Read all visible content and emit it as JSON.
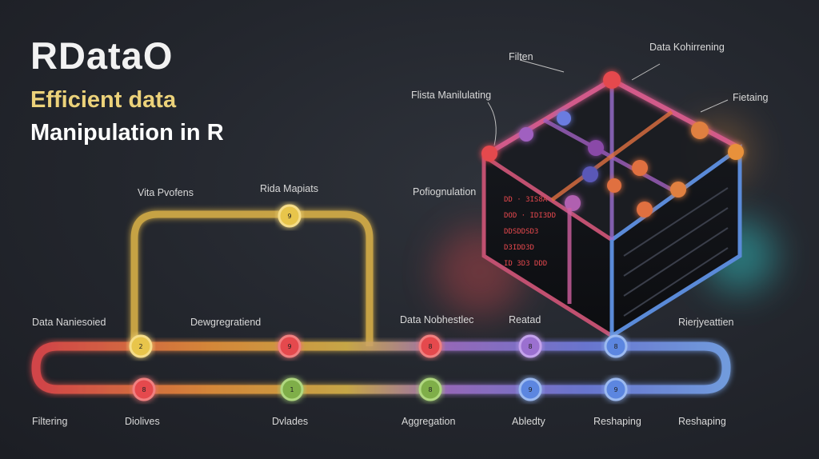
{
  "title": {
    "line1": "RDataO",
    "line2": "Efficient data",
    "line3": "Manipulation in R"
  },
  "labels": {
    "vita_pvofens": "Vita Pvofens",
    "rida_mapiats": "Rida Mapiats",
    "data_naniesoied": "Data Naniesoied",
    "dewgregratiend": "Dewgregratiend",
    "data_nobhestlec": "Data Nobhestlec",
    "reatad": "Reatad",
    "rierjyeattien": "Rierjyeattien",
    "filtering": "Filtering",
    "diolives": "Diolives",
    "dvlades": "Dvlades",
    "aggregation": "Aggregation",
    "abledty": "Abledty",
    "reshaping_1": "Reshaping",
    "reshaping_2": "Reshaping",
    "filten": "Filten",
    "data_kohirrening": "Data Kohirrening",
    "flista_manilulating": "Flista Manilulating",
    "fietaing": "Fietaing",
    "pofiognulation": "Pofiognulation"
  },
  "nodes": {
    "top": "9",
    "upper_row": [
      "2",
      "9",
      "8",
      "8",
      "8"
    ],
    "lower_row": [
      "8",
      "1",
      "8",
      "9",
      "9"
    ]
  },
  "screen_lines": [
    "DD · 3IS8A",
    "DOD · IDI3DD",
    "DDSDDSD3",
    "D3IDD3D",
    "ID 3D3 DDD"
  ],
  "colors": {
    "red": "#e5484d",
    "orange": "#e8913a",
    "yellow": "#e8c54c",
    "green": "#7fae4a",
    "purple": "#9b6fd0",
    "blue": "#5b86e0",
    "cyan": "#30d6d6"
  }
}
